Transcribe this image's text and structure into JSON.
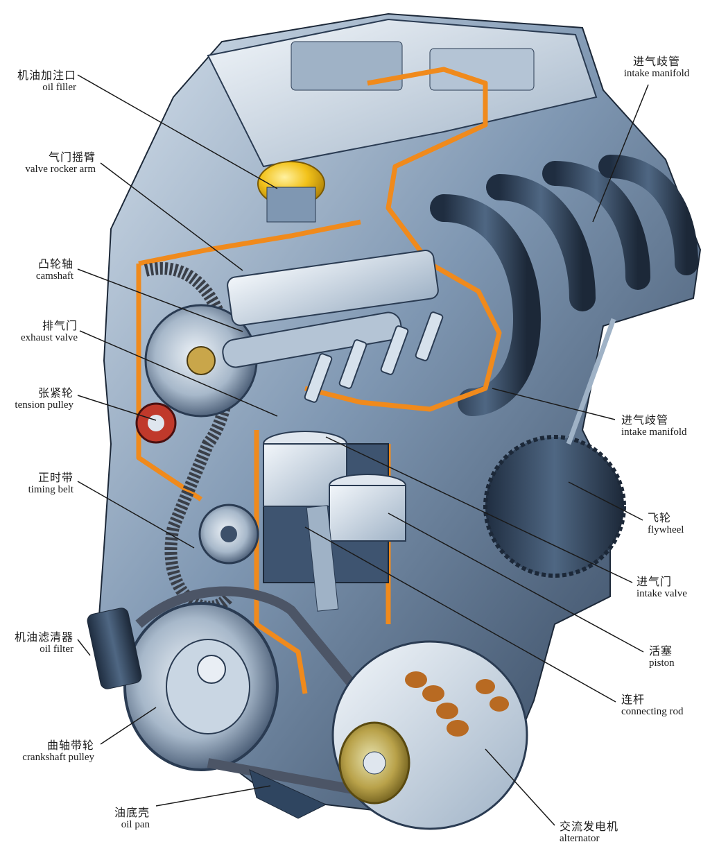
{
  "diagram": {
    "subject": "Cutaway illustration of an inline four-cylinder gasoline engine",
    "colors": {
      "background": "#ffffff",
      "metal_dark": "#2c3e55",
      "metal_mid": "#6f8aa8",
      "metal_light": "#c9d6e3",
      "cutaway_orange": "#f08a1c",
      "oil_cap_yellow": "#f2c21a",
      "alternator_copper": "#b86a22",
      "leader_line": "#1a1a1a",
      "label_text": "#1a1a1a"
    },
    "labels": [
      {
        "id": "oil-filler",
        "zh": "机油加注口",
        "en": "oil filler",
        "side": "left"
      },
      {
        "id": "valve-rocker-arm",
        "zh": "气门摇臂",
        "en": "valve rocker arm",
        "side": "left"
      },
      {
        "id": "camshaft",
        "zh": "凸轮轴",
        "en": "camshaft",
        "side": "left"
      },
      {
        "id": "exhaust-valve",
        "zh": "排气门",
        "en": "exhaust valve",
        "side": "left"
      },
      {
        "id": "tension-pulley",
        "zh": "张紧轮",
        "en": "tension pulley",
        "side": "left"
      },
      {
        "id": "timing-belt",
        "zh": "正时带",
        "en": "timing belt",
        "side": "left"
      },
      {
        "id": "oil-filter",
        "zh": "机油滤清器",
        "en": "oil filter",
        "side": "left"
      },
      {
        "id": "crankshaft-pulley",
        "zh": "曲轴带轮",
        "en": "crankshaft pulley",
        "side": "left"
      },
      {
        "id": "oil-pan",
        "zh": "油底壳",
        "en": "oil pan",
        "side": "left"
      },
      {
        "id": "intake-manifold-top",
        "zh": "进气歧管",
        "en": "intake manifold",
        "side": "right"
      },
      {
        "id": "intake-manifold-mid",
        "zh": "进气歧管",
        "en": "intake manifold",
        "side": "right"
      },
      {
        "id": "flywheel",
        "zh": "飞轮",
        "en": "flywheel",
        "side": "right"
      },
      {
        "id": "intake-valve",
        "zh": "进气门",
        "en": "intake valve",
        "side": "right"
      },
      {
        "id": "piston",
        "zh": "活塞",
        "en": "piston",
        "side": "right"
      },
      {
        "id": "connecting-rod",
        "zh": "连杆",
        "en": "connecting rod",
        "side": "right"
      },
      {
        "id": "alternator",
        "zh": "交流发电机",
        "en": "alternator",
        "side": "right"
      }
    ]
  }
}
